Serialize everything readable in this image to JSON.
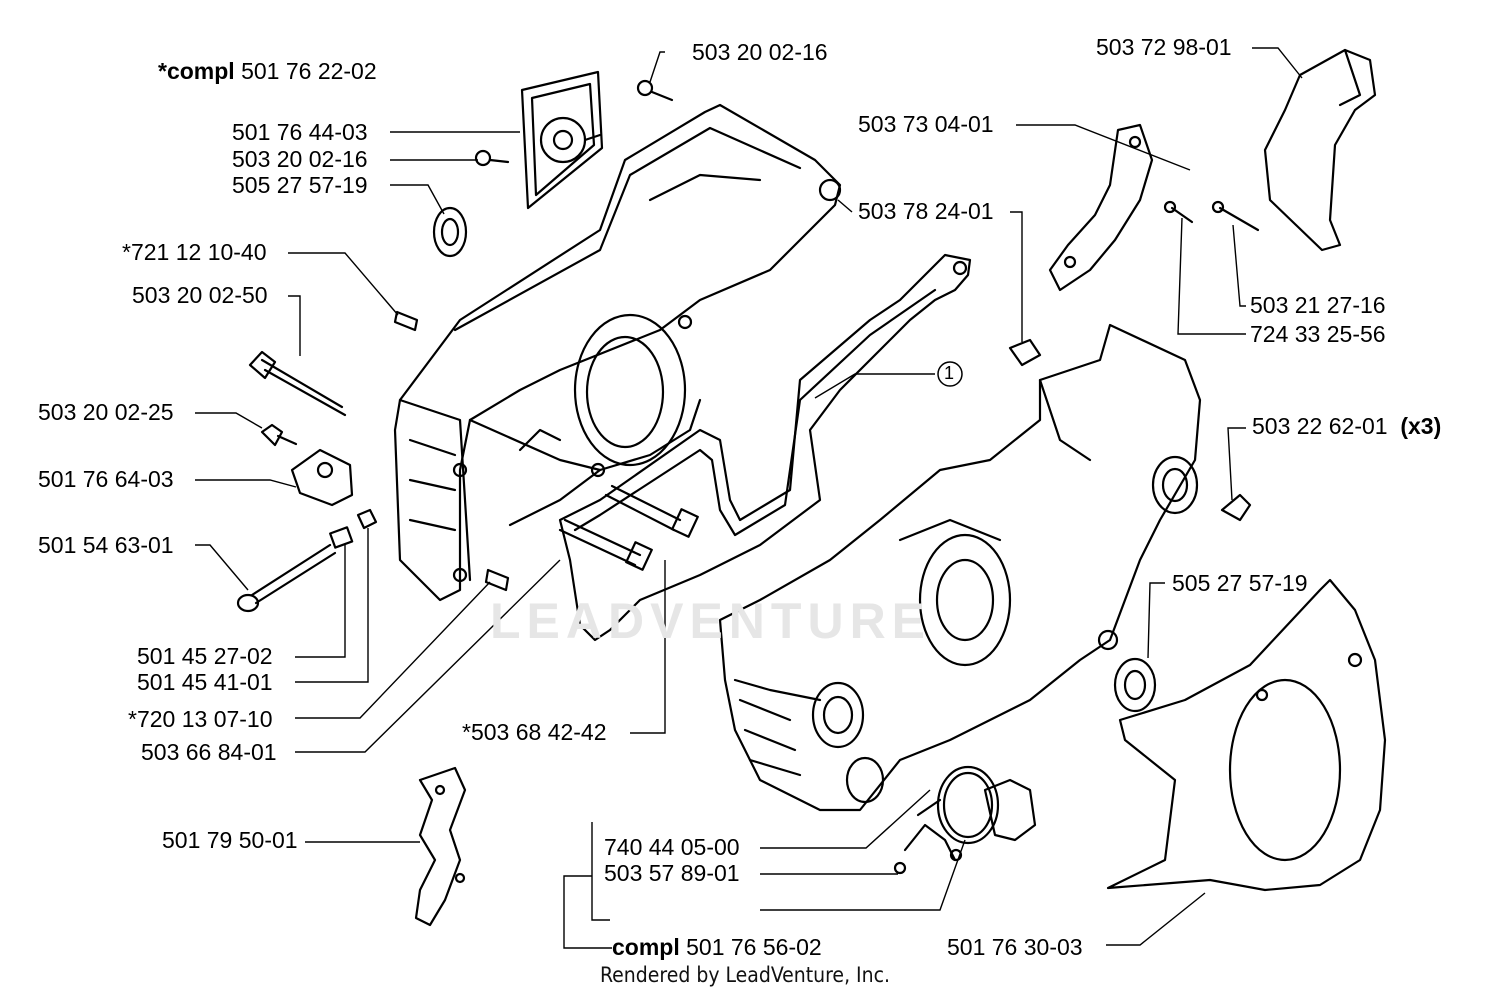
{
  "labels": {
    "compl_top_prefix": "*compl",
    "compl_top_num": "501 76 22-02",
    "p_501764403": "501 76 44-03",
    "p_503200216_a": "503 20 02-16",
    "p_505275719_a": "505 27 57-19",
    "p_721121040": "*721 12 10-40",
    "p_503200250": "503 20 02-50",
    "p_503200225": "503 20 02-25",
    "p_501766403": "501 76 64-03",
    "p_501546301": "501 54 63-01",
    "p_501452702": "501 45 27-02",
    "p_501454101": "501 45 41-01",
    "p_720130710": "*720 13 07-10",
    "p_503668401": "503 66 84-01",
    "p_501795001": "501 79 50-01",
    "p_503200216_b": "503 20 02-16",
    "p_503684242": "*503 68 42-42",
    "p_503782401": "503 78 24-01",
    "p_503730401": "503 73 04-01",
    "p_503729801": "503 72 98-01",
    "p_503212716": "503 21 27-16",
    "p_724332556": "724 33 25-56",
    "p_503226201": "503 22 62-01",
    "p_x3": "(x3)",
    "p_505275719_b": "505 27 57-19",
    "p_740440500": "740 44 05-00",
    "p_503578901": "503 57 89-01",
    "compl_bottom_prefix": "compl",
    "compl_bottom_num": "501 76 56-02",
    "p_501763003": "501 76 30-03",
    "callout_1": "1"
  },
  "footer": "Rendered by LeadVenture, Inc.",
  "watermark": "LEADVENTURE",
  "colors": {
    "ink": "#000000",
    "watermark": "#e6e6e6"
  }
}
